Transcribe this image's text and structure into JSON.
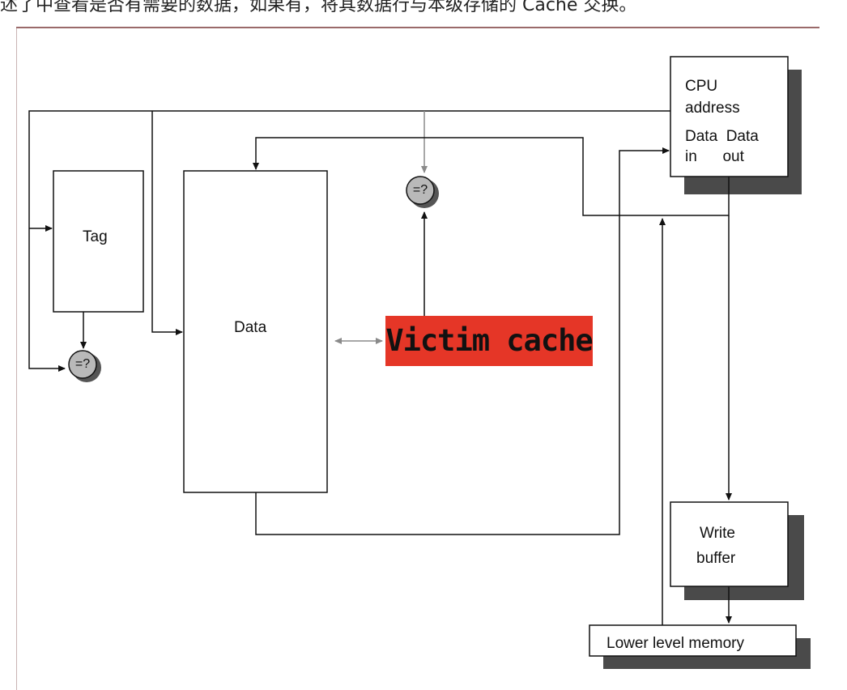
{
  "header_text": "述了中查看是否有需要的数据，如果有，将其数据行与本级存储的 Cache 交换。",
  "blocks": {
    "tag": "Tag",
    "data": "Data",
    "victim_cache": "Victim cache",
    "cpu_line1": "CPU",
    "cpu_line2": "address",
    "cpu_line3": "Data  Data",
    "cpu_line4": "in      out",
    "write_buffer_line1": "Write",
    "write_buffer_line2": "buffer",
    "lower_memory": "Lower level memory"
  },
  "comparators": {
    "left": "=?",
    "top": "=?"
  },
  "colors": {
    "victim_bg": "#e53627",
    "frame": "#9a6a6a",
    "shadow": "#4a4a4a",
    "comparator_fill": "#b9b9b9"
  }
}
